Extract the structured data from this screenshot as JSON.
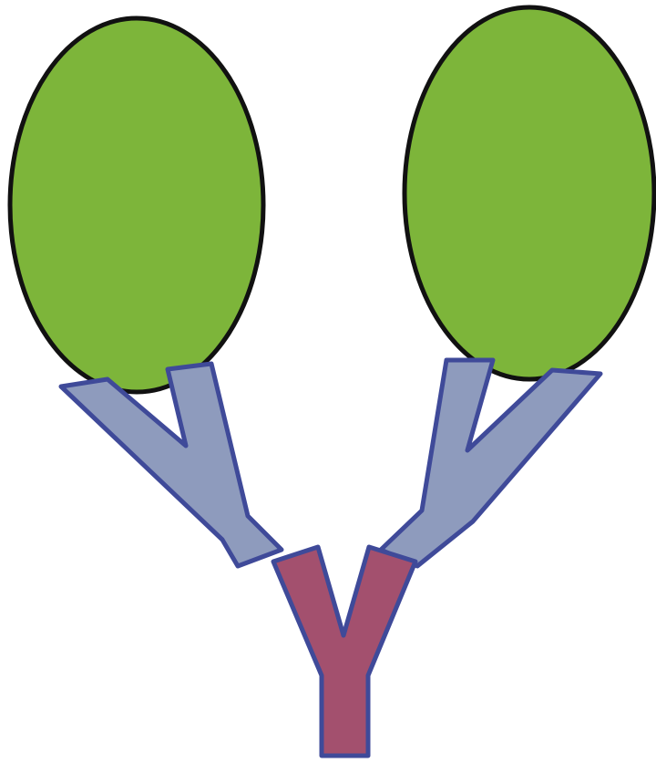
{
  "diagram": {
    "type": "illustration",
    "colors": {
      "background": "#ffffff",
      "cell_fill": "#7db53a",
      "cell_stroke": "#111111",
      "secondary_antibody_fill": "#8e9bbd",
      "secondary_antibody_stroke": "#3f4a99",
      "primary_antibody_fill": "#a3506e",
      "primary_antibody_stroke": "#3f4a99"
    },
    "shapes": [
      {
        "kind": "cell",
        "icon": "green-oval-cell"
      },
      {
        "kind": "cell",
        "icon": "green-oval-cell"
      },
      {
        "kind": "secondary-antibody",
        "icon": "y-shaped-antibody"
      },
      {
        "kind": "secondary-antibody",
        "icon": "y-shaped-antibody"
      },
      {
        "kind": "primary-antibody",
        "icon": "y-shaped-antibody"
      }
    ]
  }
}
